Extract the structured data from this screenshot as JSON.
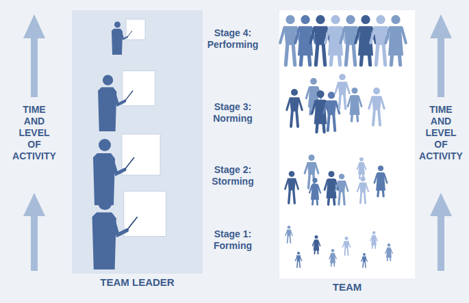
{
  "diagram": {
    "nodes": [
      {
        "text": [
          "TEAM LEADER"
        ]
      },
      {
        "text": [
          "TEAM"
        ]
      }
    ],
    "labels": [
      "TIME AND LEVEL OF ACTIVITY",
      "Stage 4: Performing",
      "Stage 3: Norming",
      "Stage 2: Storming",
      "Stage 1: Forming",
      "TIME AND LEVEL OF ACTIVITY"
    ]
  }
}
